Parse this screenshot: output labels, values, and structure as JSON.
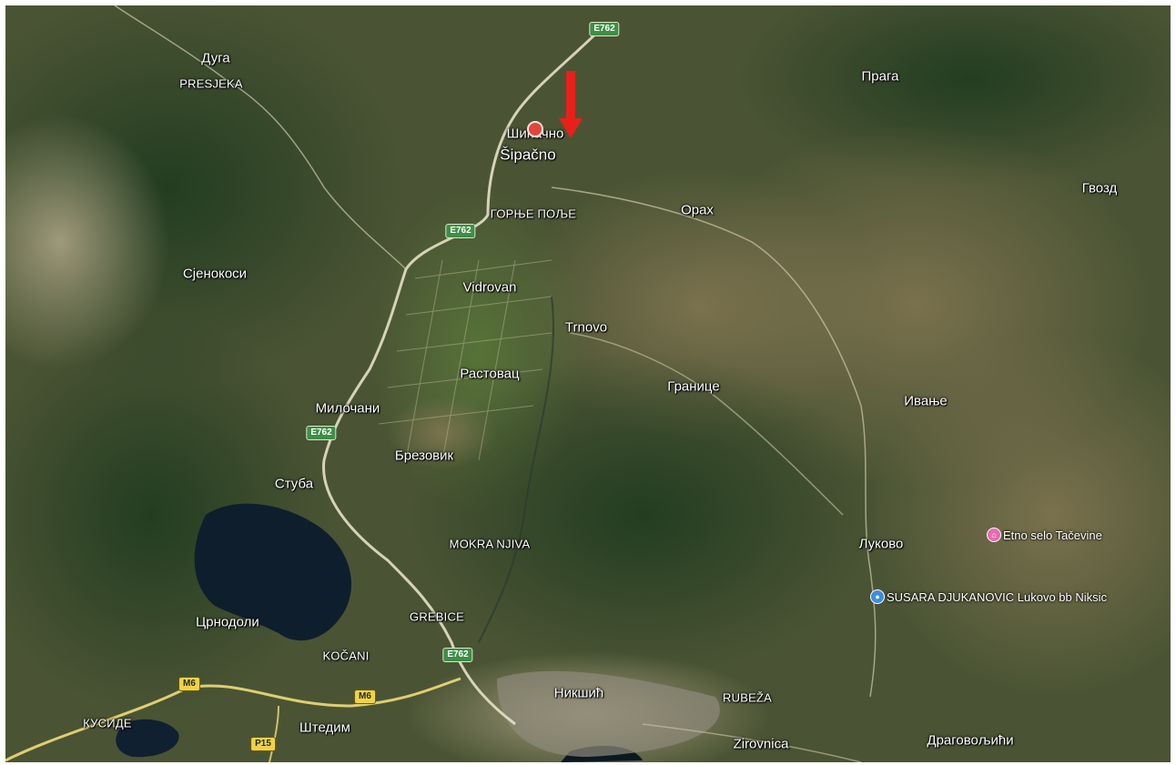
{
  "map": {
    "places": [
      {
        "id": "duga",
        "label": "Дуга",
        "style": ""
      },
      {
        "id": "presjeka",
        "label": "PRESJEKA",
        "style": "caps"
      },
      {
        "id": "sipacno-cyr",
        "label": "Шипачно",
        "style": ""
      },
      {
        "id": "sipacno-lat",
        "label": "Šipačno",
        "style": "big"
      },
      {
        "id": "gornje-polje",
        "label": "ГОРЊЕ ПОЉЕ",
        "style": "caps"
      },
      {
        "id": "praga",
        "label": "Прага",
        "style": ""
      },
      {
        "id": "orah",
        "label": "Орах",
        "style": ""
      },
      {
        "id": "gvozd",
        "label": "Гвозд",
        "style": ""
      },
      {
        "id": "sjenokosi",
        "label": "Сјенокоси",
        "style": ""
      },
      {
        "id": "vidrovan",
        "label": "Vidrovan",
        "style": ""
      },
      {
        "id": "trnovo",
        "label": "Trnovo",
        "style": ""
      },
      {
        "id": "rastovac",
        "label": "Растовац",
        "style": ""
      },
      {
        "id": "granice",
        "label": "Границе",
        "style": ""
      },
      {
        "id": "ivanje",
        "label": "Ивање",
        "style": ""
      },
      {
        "id": "milocani",
        "label": "Милочани",
        "style": ""
      },
      {
        "id": "brezovik",
        "label": "Брезовик",
        "style": ""
      },
      {
        "id": "stuba",
        "label": "Стуба",
        "style": ""
      },
      {
        "id": "mokra-njiva",
        "label": "MOKRA NJIVA",
        "style": "caps"
      },
      {
        "id": "lukovo",
        "label": "Луково",
        "style": ""
      },
      {
        "id": "crnodoli",
        "label": "Црнодоли",
        "style": ""
      },
      {
        "id": "grebice",
        "label": "GREBICE",
        "style": "caps"
      },
      {
        "id": "kocani",
        "label": "KOČANI",
        "style": "caps"
      },
      {
        "id": "niksic",
        "label": "Никшић",
        "style": ""
      },
      {
        "id": "rubeza",
        "label": "RUBEŽA",
        "style": "caps"
      },
      {
        "id": "kuside",
        "label": "КУСИДЕ",
        "style": "caps"
      },
      {
        "id": "stedim",
        "label": "Штедим",
        "style": ""
      },
      {
        "id": "zirovnica",
        "label": "Zirovnica",
        "style": ""
      },
      {
        "id": "dragovoljici",
        "label": "Драговољићи",
        "style": ""
      }
    ],
    "shields": [
      {
        "id": "e762-1",
        "label": "E762",
        "color": "green"
      },
      {
        "id": "e762-2",
        "label": "E762",
        "color": "green"
      },
      {
        "id": "e762-3",
        "label": "E762",
        "color": "green"
      },
      {
        "id": "e762-4",
        "label": "E762",
        "color": "green"
      },
      {
        "id": "m6-1",
        "label": "M6",
        "color": "yellow"
      },
      {
        "id": "m6-2",
        "label": "M6",
        "color": "yellow"
      },
      {
        "id": "p15",
        "label": "P15",
        "color": "yellow"
      }
    ],
    "pois": [
      {
        "id": "etno-selo",
        "label": "Etno selo Tačevine",
        "color": "#e86ab0",
        "icon": "lodging-icon"
      },
      {
        "id": "susara",
        "label": "SUSARA DJUKANOVIC Lukovo bb Niksic",
        "color": "#3a8de0",
        "icon": "shop-icon"
      }
    ],
    "marker": {
      "color": "#e8201a",
      "label": "arrow"
    }
  }
}
